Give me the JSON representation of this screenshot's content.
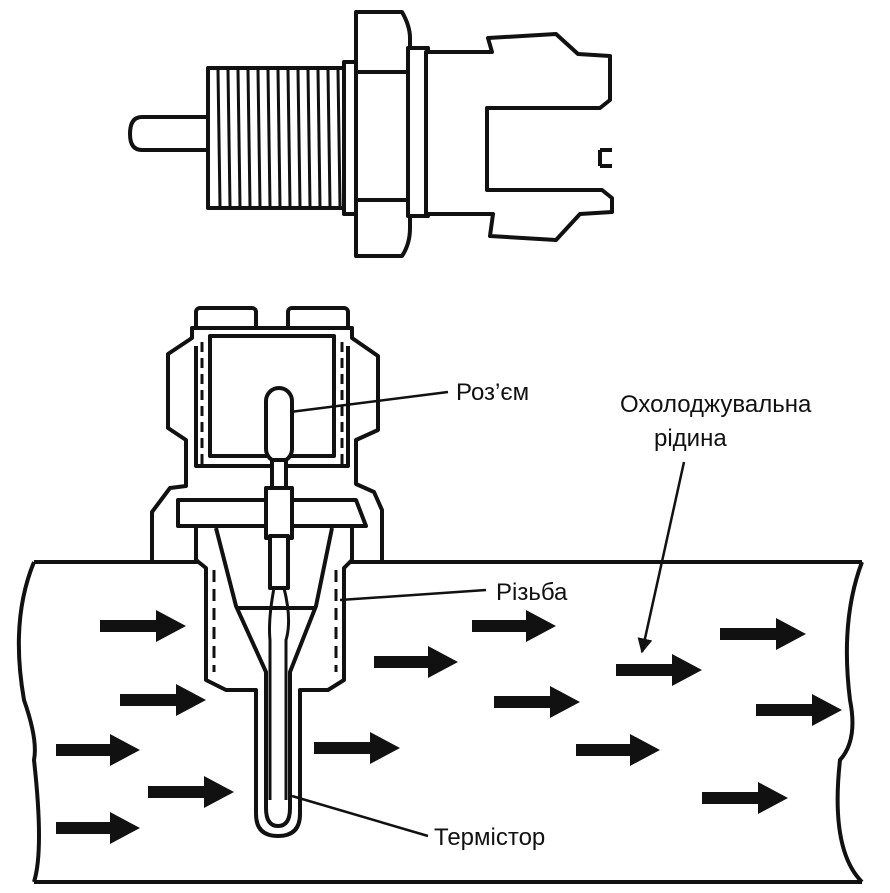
{
  "labels": {
    "connector": "Роз’єм",
    "coolant_line1": "Охолоджувальна",
    "coolant_line2": "рідина",
    "thread": "Різьба",
    "thermistor": "Термістор"
  },
  "colors": {
    "ink": "#111111",
    "paper": "#ffffff"
  }
}
